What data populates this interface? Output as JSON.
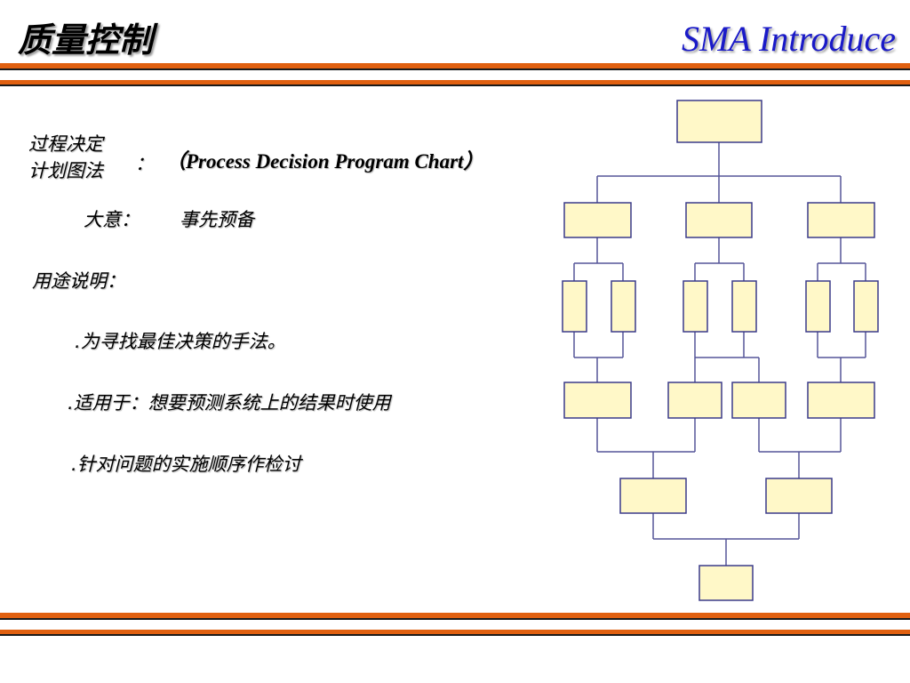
{
  "header": {
    "title_cn": "质量控制",
    "title_en": "SMA Introduce"
  },
  "content": {
    "method_name_line1": "过程决定",
    "method_name_line2": "计划图法",
    "colon": "：",
    "method_name_en": "（Process Decision Program Chart）",
    "meaning_label": "大意：",
    "meaning_value": "事先预备",
    "usage_label": "用途说明：",
    "usage_items": [
      ".为寻找最佳决策的手法。",
      ".适用于：想要预测系统上的结果时使用",
      ".针对问题的实施顺序作检讨"
    ]
  },
  "colors": {
    "accent_bar": "#e06010",
    "title_blue": "#1a1ac8",
    "box_fill": "#fff8c8",
    "box_border": "#3a3a8a",
    "connector": "#555599"
  },
  "diagram": {
    "type": "tree-diagram",
    "node_label_text": ""
  }
}
